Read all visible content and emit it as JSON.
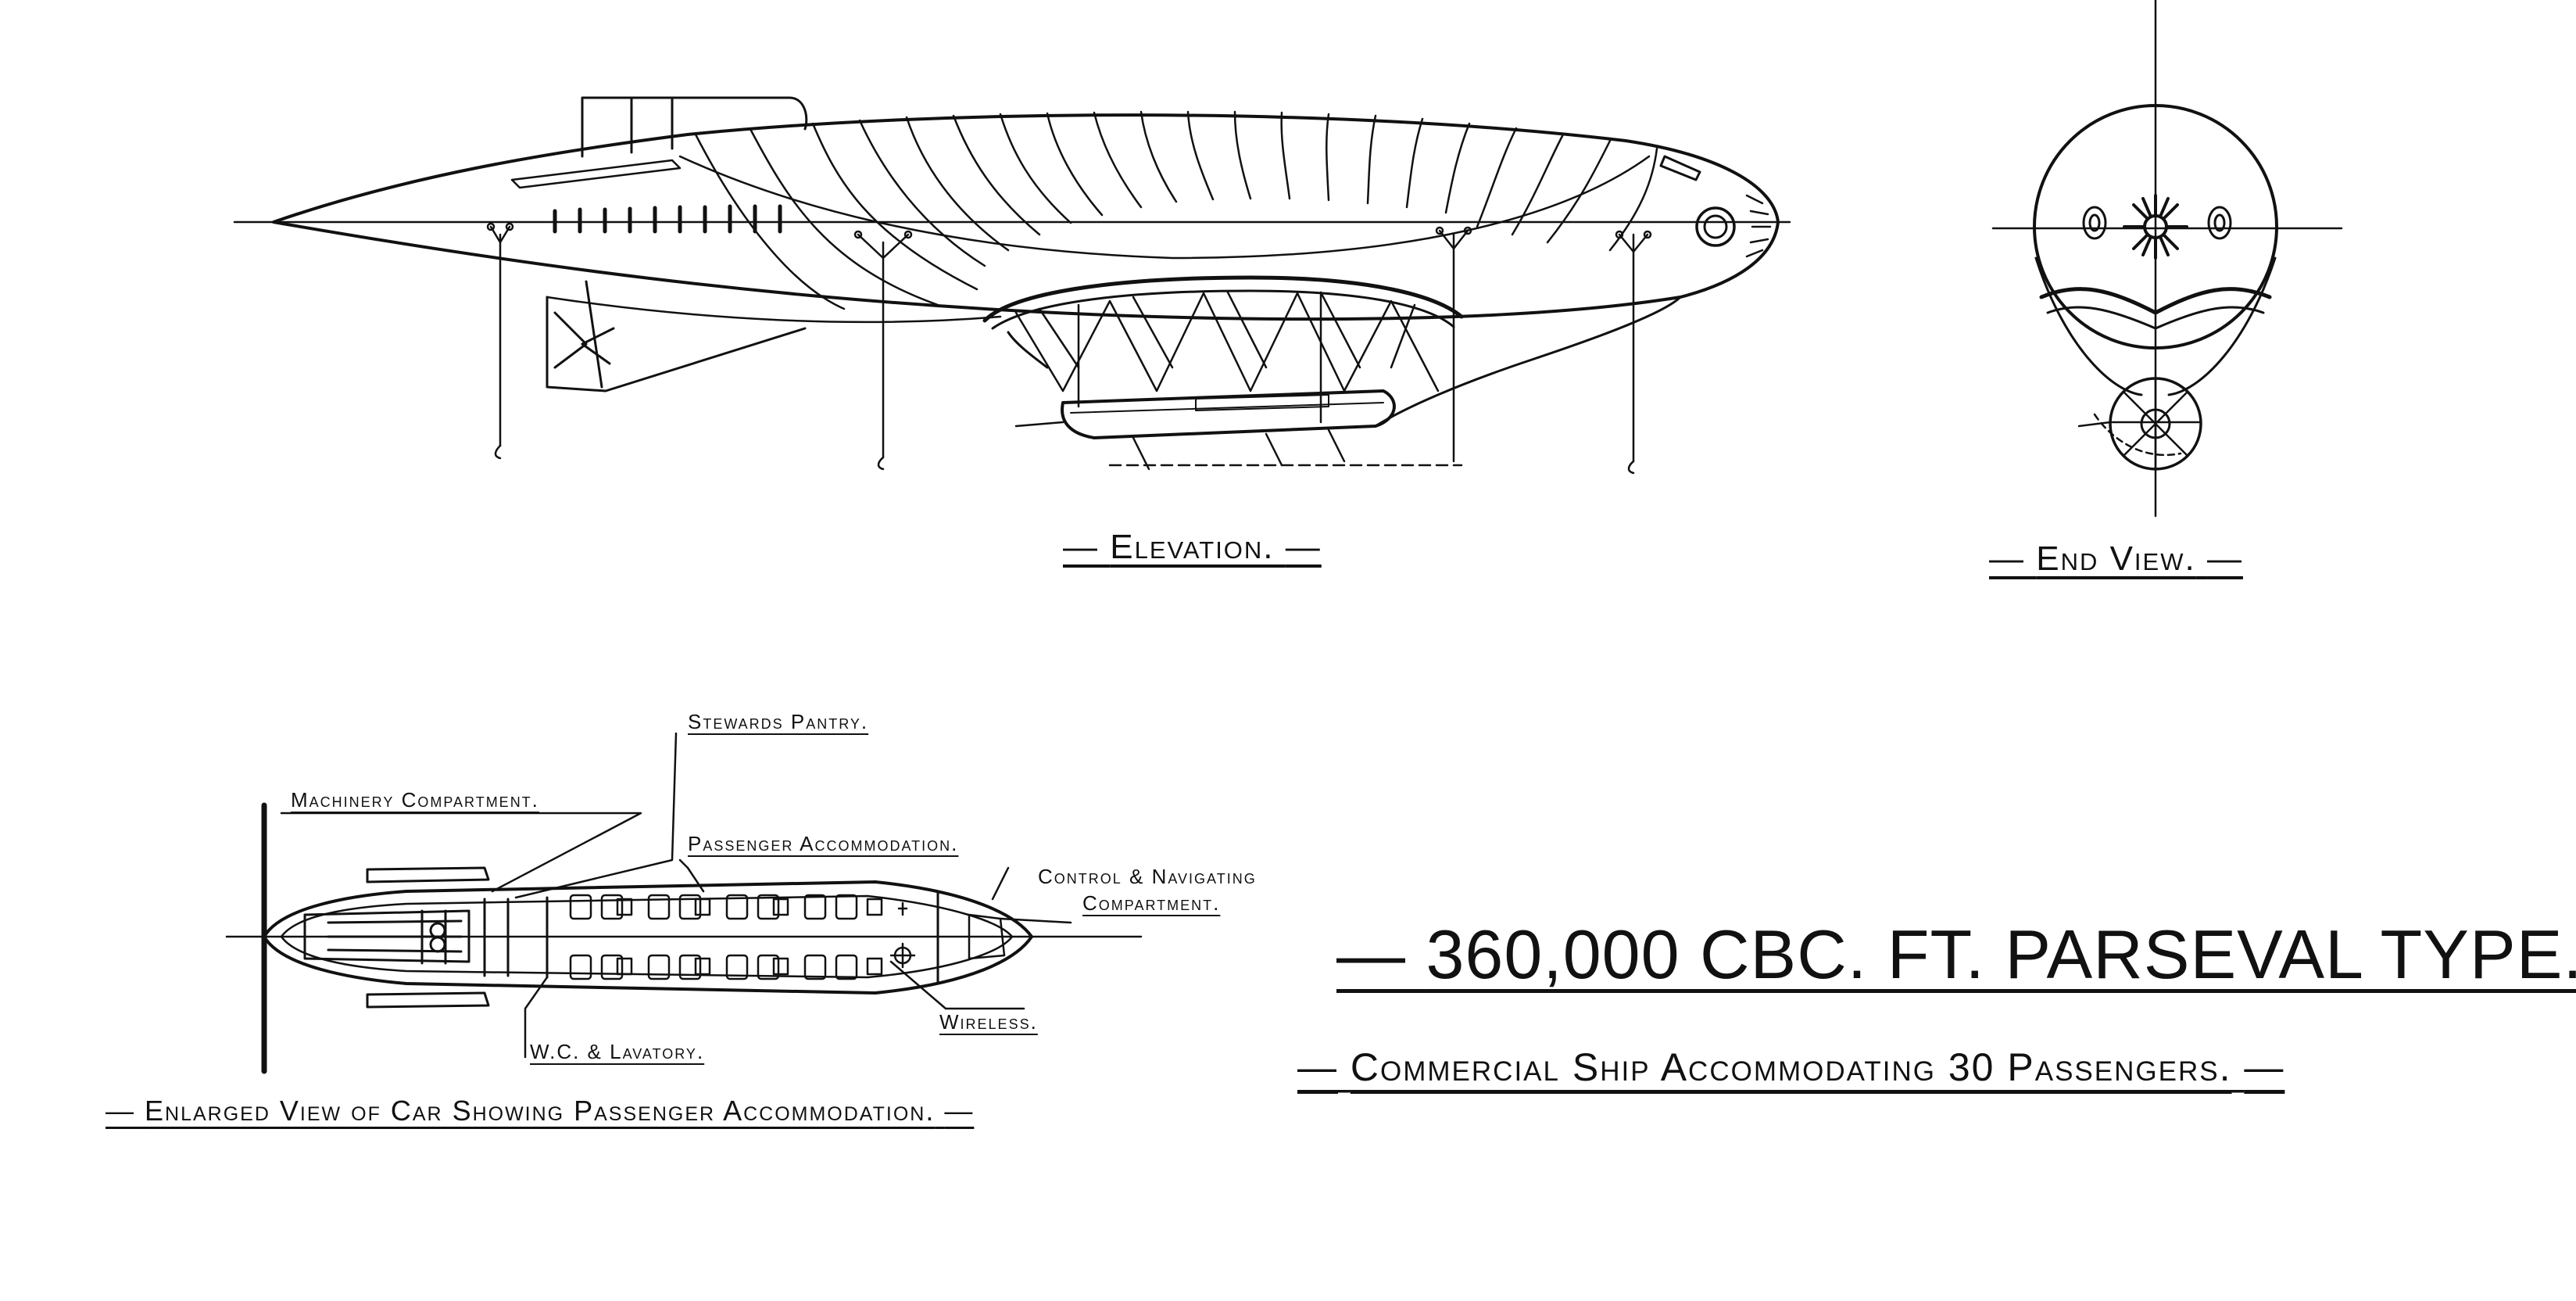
{
  "drawing": {
    "title": "360,000 CBC. FT. PARSEVAL TYPE.",
    "subtitle": "Commercial Ship Accommodating 30 Passengers.",
    "views": {
      "elevation": "Elevation.",
      "end_view": "End View.",
      "car_view": "Enlarged View of Car Showing Passenger Accommodation."
    },
    "car_labels": {
      "stewards_pantry": "Stewards Pantry.",
      "machinery": "Machinery Compartment.",
      "passenger": "Passenger Accommodation.",
      "control_line1": "Control & Navigating",
      "control_line2": "Compartment.",
      "wc": "W.C. & Lavatory.",
      "wireless": "Wireless."
    },
    "dash": "—"
  },
  "colors": {
    "ink": "#111111",
    "paper": "#ffffff"
  }
}
